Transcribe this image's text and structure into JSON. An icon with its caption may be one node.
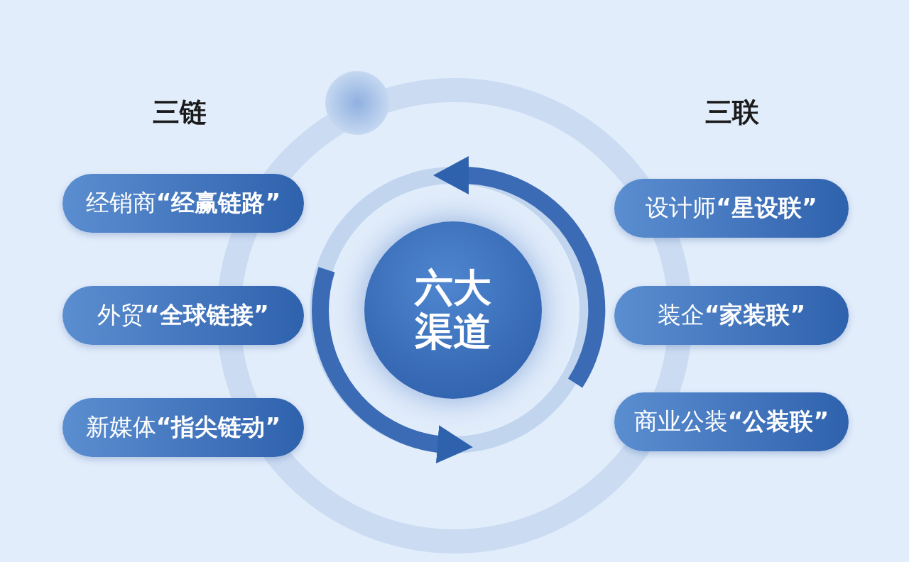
{
  "diagram": {
    "nodes": [
      {
        "text": [
          "六大渠道"
        ]
      },
      {
        "text": [
          "经销商**“经赢链路”**"
        ]
      },
      {
        "text": [
          "外贸**“全球链接”**"
        ]
      },
      {
        "text": [
          "新媒体**“指尖链动”**"
        ]
      },
      {
        "text": [
          "设计师**“星设联”**"
        ]
      },
      {
        "text": [
          "装企**“家装联”**"
        ]
      },
      {
        "text": [
          "商业公装**“公装联”**"
        ]
      }
    ],
    "edges": [],
    "labels": [
      "三链",
      "三联"
    ]
  }
}
